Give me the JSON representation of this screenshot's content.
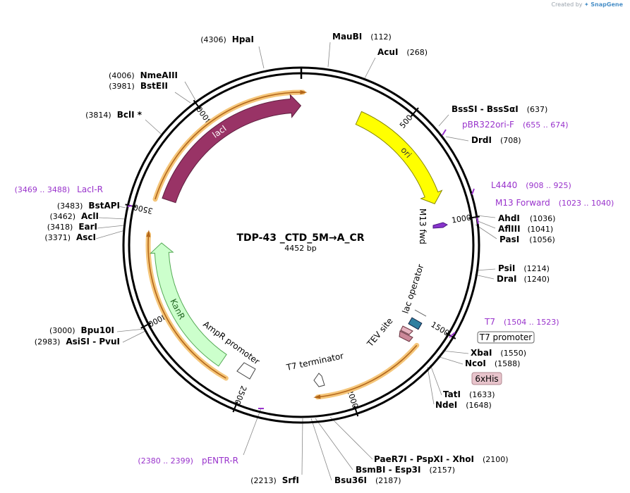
{
  "header": {
    "created_by": "Created by",
    "brand": "SnapGene"
  },
  "plasmid": {
    "name": "TDP-43 _CTD_5M→A_CR",
    "length_label": "4452 bp",
    "total_bp": 4452
  },
  "ticks": [
    {
      "bp": 500,
      "label": "500"
    },
    {
      "bp": 1000,
      "label": "1000"
    },
    {
      "bp": 1500,
      "label": "1500"
    },
    {
      "bp": 2000,
      "label": "2000"
    },
    {
      "bp": 2500,
      "label": "2500"
    },
    {
      "bp": 3000,
      "label": "3000"
    },
    {
      "bp": 3500,
      "label": "3500"
    },
    {
      "bp": 4000,
      "label": "4000"
    }
  ],
  "features": [
    {
      "id": "ori",
      "name": "ori",
      "start": 300,
      "end": 900,
      "direction": "cw",
      "color": "#ffff00",
      "stroke": "#888800",
      "label_color": "#333333"
    },
    {
      "id": "laci",
      "name": "lacI",
      "start": 3570,
      "end": 4450,
      "direction": "cw",
      "color": "#993366",
      "stroke": "#5e1f3f",
      "label_color": "#ffffff"
    },
    {
      "id": "kanr",
      "name": "KanR",
      "start": 2650,
      "end": 3350,
      "direction": "cw",
      "color": "#ccffcc",
      "stroke": "#55aa55",
      "label_color": "#226622"
    }
  ],
  "arcs": [
    {
      "id": "arc-laci",
      "start": 3555,
      "end": 4460
    },
    {
      "id": "arc-kanr",
      "start": 2590,
      "end": 3390
    },
    {
      "id": "arc-t7",
      "start": 1620,
      "end": 2150
    }
  ],
  "inner_labels": [
    {
      "text": "M13 fwd",
      "name": "m13-fwd-label"
    },
    {
      "text": "lac operator",
      "name": "lac-operator-label"
    },
    {
      "text": "TEV site",
      "name": "tev-site-label"
    },
    {
      "text": "T7 terminator",
      "name": "t7-terminator-label"
    },
    {
      "text": "AmpR promoter",
      "name": "ampr-promoter-label"
    }
  ],
  "sites": [
    {
      "name": "HpaI",
      "pos": "(4306)",
      "side": "left"
    },
    {
      "name": "MauBI",
      "pos": "(112)",
      "side": "right"
    },
    {
      "name": "AcuI",
      "pos": "(268)",
      "side": "right"
    },
    {
      "name": "NmeAIII",
      "pos": "(4006)",
      "side": "left"
    },
    {
      "name": "BstEII",
      "pos": "(3981)",
      "side": "left"
    },
    {
      "name": "BclI *",
      "pos": "(3814)",
      "side": "left"
    },
    {
      "name": "BssSI  -  BssSαI",
      "pos": "(637)",
      "side": "right"
    },
    {
      "name": "DrdI",
      "pos": "(708)",
      "side": "right"
    },
    {
      "name": "BstAPI",
      "pos": "(3483)",
      "side": "left"
    },
    {
      "name": "AclI",
      "pos": "(3462)",
      "side": "left"
    },
    {
      "name": "EarI",
      "pos": "(3418)",
      "side": "left"
    },
    {
      "name": "AscI",
      "pos": "(3371)",
      "side": "left"
    },
    {
      "name": "AhdI",
      "pos": "(1036)",
      "side": "right"
    },
    {
      "name": "AflIII",
      "pos": "(1041)",
      "side": "right"
    },
    {
      "name": "PasI",
      "pos": "(1056)",
      "side": "right"
    },
    {
      "name": "PsiI",
      "pos": "(1214)",
      "side": "right"
    },
    {
      "name": "DraI",
      "pos": "(1240)",
      "side": "right"
    },
    {
      "name": "Bpu10I",
      "pos": "(3000)",
      "side": "left"
    },
    {
      "name": "AsiSI  -  PvuI",
      "pos": "(2983)",
      "side": "left"
    },
    {
      "name": "XbaI",
      "pos": "(1550)",
      "side": "right"
    },
    {
      "name": "NcoI",
      "pos": "(1588)",
      "side": "right"
    },
    {
      "name": "TatI",
      "pos": "(1633)",
      "side": "right"
    },
    {
      "name": "NdeI",
      "pos": "(1648)",
      "side": "right"
    },
    {
      "name": "PaeR7I  -  PspXI  -  XhoI",
      "pos": "(2100)",
      "side": "right"
    },
    {
      "name": "BsmBI  -  Esp3I",
      "pos": "(2157)",
      "side": "right"
    },
    {
      "name": "Bsu36I",
      "pos": "(2187)",
      "side": "right"
    },
    {
      "name": "SrfI",
      "pos": "(2213)",
      "side": "left"
    }
  ],
  "primers": [
    {
      "name": "pBR322ori-F",
      "pos": "(655 .. 674)",
      "side": "right"
    },
    {
      "name": "L4440",
      "pos": "(908 .. 925)",
      "side": "right"
    },
    {
      "name": "M13 Forward",
      "pos": "(1023 .. 1040)",
      "side": "right"
    },
    {
      "name": "T7",
      "pos": "(1504 .. 1523)",
      "side": "right"
    },
    {
      "name": "LacI-R",
      "pos": "(3469 .. 3488)",
      "side": "left"
    },
    {
      "name": "pENTR-R",
      "pos": "(2380 .. 2399)",
      "side": "left"
    }
  ],
  "boxed_labels": [
    {
      "text": "T7 promoter",
      "name": "t7-promoter-box",
      "bg": "#ffffff"
    },
    {
      "text": "6xHis",
      "name": "6xhis-box",
      "bg": "#e8c4cc"
    }
  ],
  "colors": {
    "site_text": "#000000",
    "position_text": "#000000",
    "primer_text": "#9933cc",
    "backbone": "#000000",
    "arc_glow": "#f5c67a",
    "arc_line": "#b3661a"
  }
}
